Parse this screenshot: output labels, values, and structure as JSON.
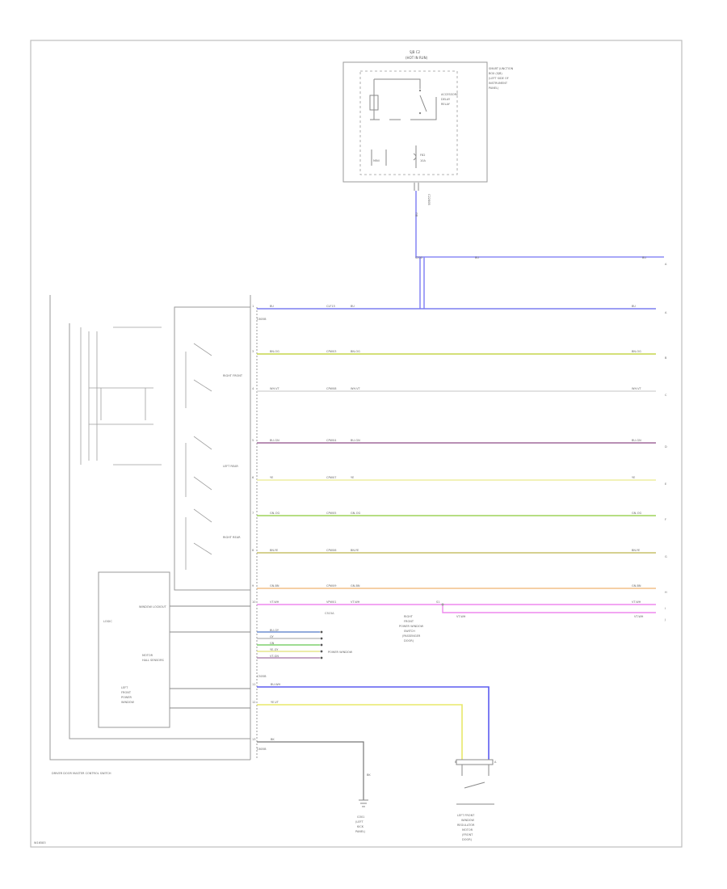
{
  "diagram_id": "W16583",
  "top_module": {
    "header_line1": "SJB C2",
    "header_line2": "(HOT IN RUN)",
    "side_label_lines": [
      "SMART JUNCTION",
      "BOX (SJB)",
      "(LEFT SIDE OF",
      "INSTRUMENT",
      "PANEL)"
    ],
    "relay_label_lines": [
      "ACCESSORY",
      "DELAY",
      "RELAY"
    ],
    "fuse_label": "F82",
    "fuse_amp_label": "10A",
    "mini_label": "MINI",
    "connector_label": "C2280B"
  },
  "module": {
    "name": "DRIVER DOOR MASTER CONTROL SWITCH",
    "switch_labels": [
      "RIGHT FRONT",
      "LEFT REAR",
      "RIGHT REAR"
    ],
    "inner_labels": [
      "LOGIC",
      "WINDOW LOCKOUT"
    ],
    "left_window_label_lines": [
      "LEFT",
      "FRONT",
      "POWER",
      "WINDOW"
    ],
    "lower_left_text_lines": [
      "MOTOR",
      "HALL SENSORS"
    ],
    "connector_top": "C605B",
    "connector_mid": "C505B",
    "connector_bottom": "C605B",
    "c2_label": "C515A"
  },
  "wires": [
    {
      "pin": "1",
      "color_name": "BU",
      "circuit": "CLF15",
      "hex": "#7b7ef0",
      "end": "A"
    },
    {
      "pin": "3",
      "color_name": "BN-OG",
      "circuit": "CPW03",
      "hex": "#c6d64c",
      "end": "B"
    },
    {
      "pin": "4",
      "color_name": "WH-VT",
      "circuit": "CPW08",
      "hex": "#d8d8d8",
      "end": "C"
    },
    {
      "pin": "5",
      "color_name": "BU-GN",
      "circuit": "CPW04",
      "hex": "#a06a9c",
      "end": "D"
    },
    {
      "pin": "6",
      "color_name": "YE",
      "circuit": "CPW07",
      "hex": "#eeeea0",
      "end": "E"
    },
    {
      "pin": "7",
      "color_name": "GN-OG",
      "circuit": "CPW05",
      "hex": "#9ed45a",
      "end": "F"
    },
    {
      "pin": "8",
      "color_name": "BN-YE",
      "circuit": "CPW06",
      "hex": "#c7c06a",
      "end": "G"
    },
    {
      "pin": "9",
      "color_name": "GN-BN",
      "circuit": "CPW09",
      "hex": "#f2bf88",
      "end": "H"
    },
    {
      "pin": "10",
      "color_name": "VT-WH",
      "circuit": "VPW01",
      "hex": "#ee88ee",
      "end": "I"
    }
  ],
  "top_feed": {
    "hex": "#8c8cf5",
    "label": "BU",
    "splice_label": "S200",
    "end": "A"
  },
  "branch_right": {
    "label": "VT-WH",
    "splice_label": "S1",
    "end": "J",
    "note_lines": [
      "RIGHT",
      "FRONT",
      "POWER WINDOW",
      "SWITCH",
      "(PASSENGER",
      "DOOR)"
    ]
  },
  "hall_wires": [
    {
      "label": "BU-GY",
      "hex": "#6f8fd0"
    },
    {
      "label": "GY",
      "hex": "#bfbfbf"
    },
    {
      "label": "GN",
      "hex": "#7fd06f"
    },
    {
      "label": "YE-GY",
      "hex": "#e6e68c"
    },
    {
      "label": "VT-GN",
      "hex": "#b28ab2"
    }
  ],
  "hall_caption": "POWER WINDOW",
  "bottom_wires": [
    {
      "pin": "11",
      "label": "BU-WH",
      "hex": "#5c5cf0"
    },
    {
      "pin": "12",
      "label": "YE-VT",
      "hex": "#e8e86a"
    },
    {
      "pin": "13",
      "label": "BK",
      "hex": "#777777"
    }
  ],
  "ground": {
    "label_lines": [
      "G301",
      "(LEFT",
      "KICK",
      "PANEL)"
    ],
    "wire_label": "BK"
  },
  "motor": {
    "label_lines": [
      "LEFT FRONT",
      "WINDOW",
      "REGULATOR",
      "MOTOR",
      "(FRONT",
      "DOOR)"
    ],
    "left_pin": "B",
    "right_pin": "A"
  }
}
